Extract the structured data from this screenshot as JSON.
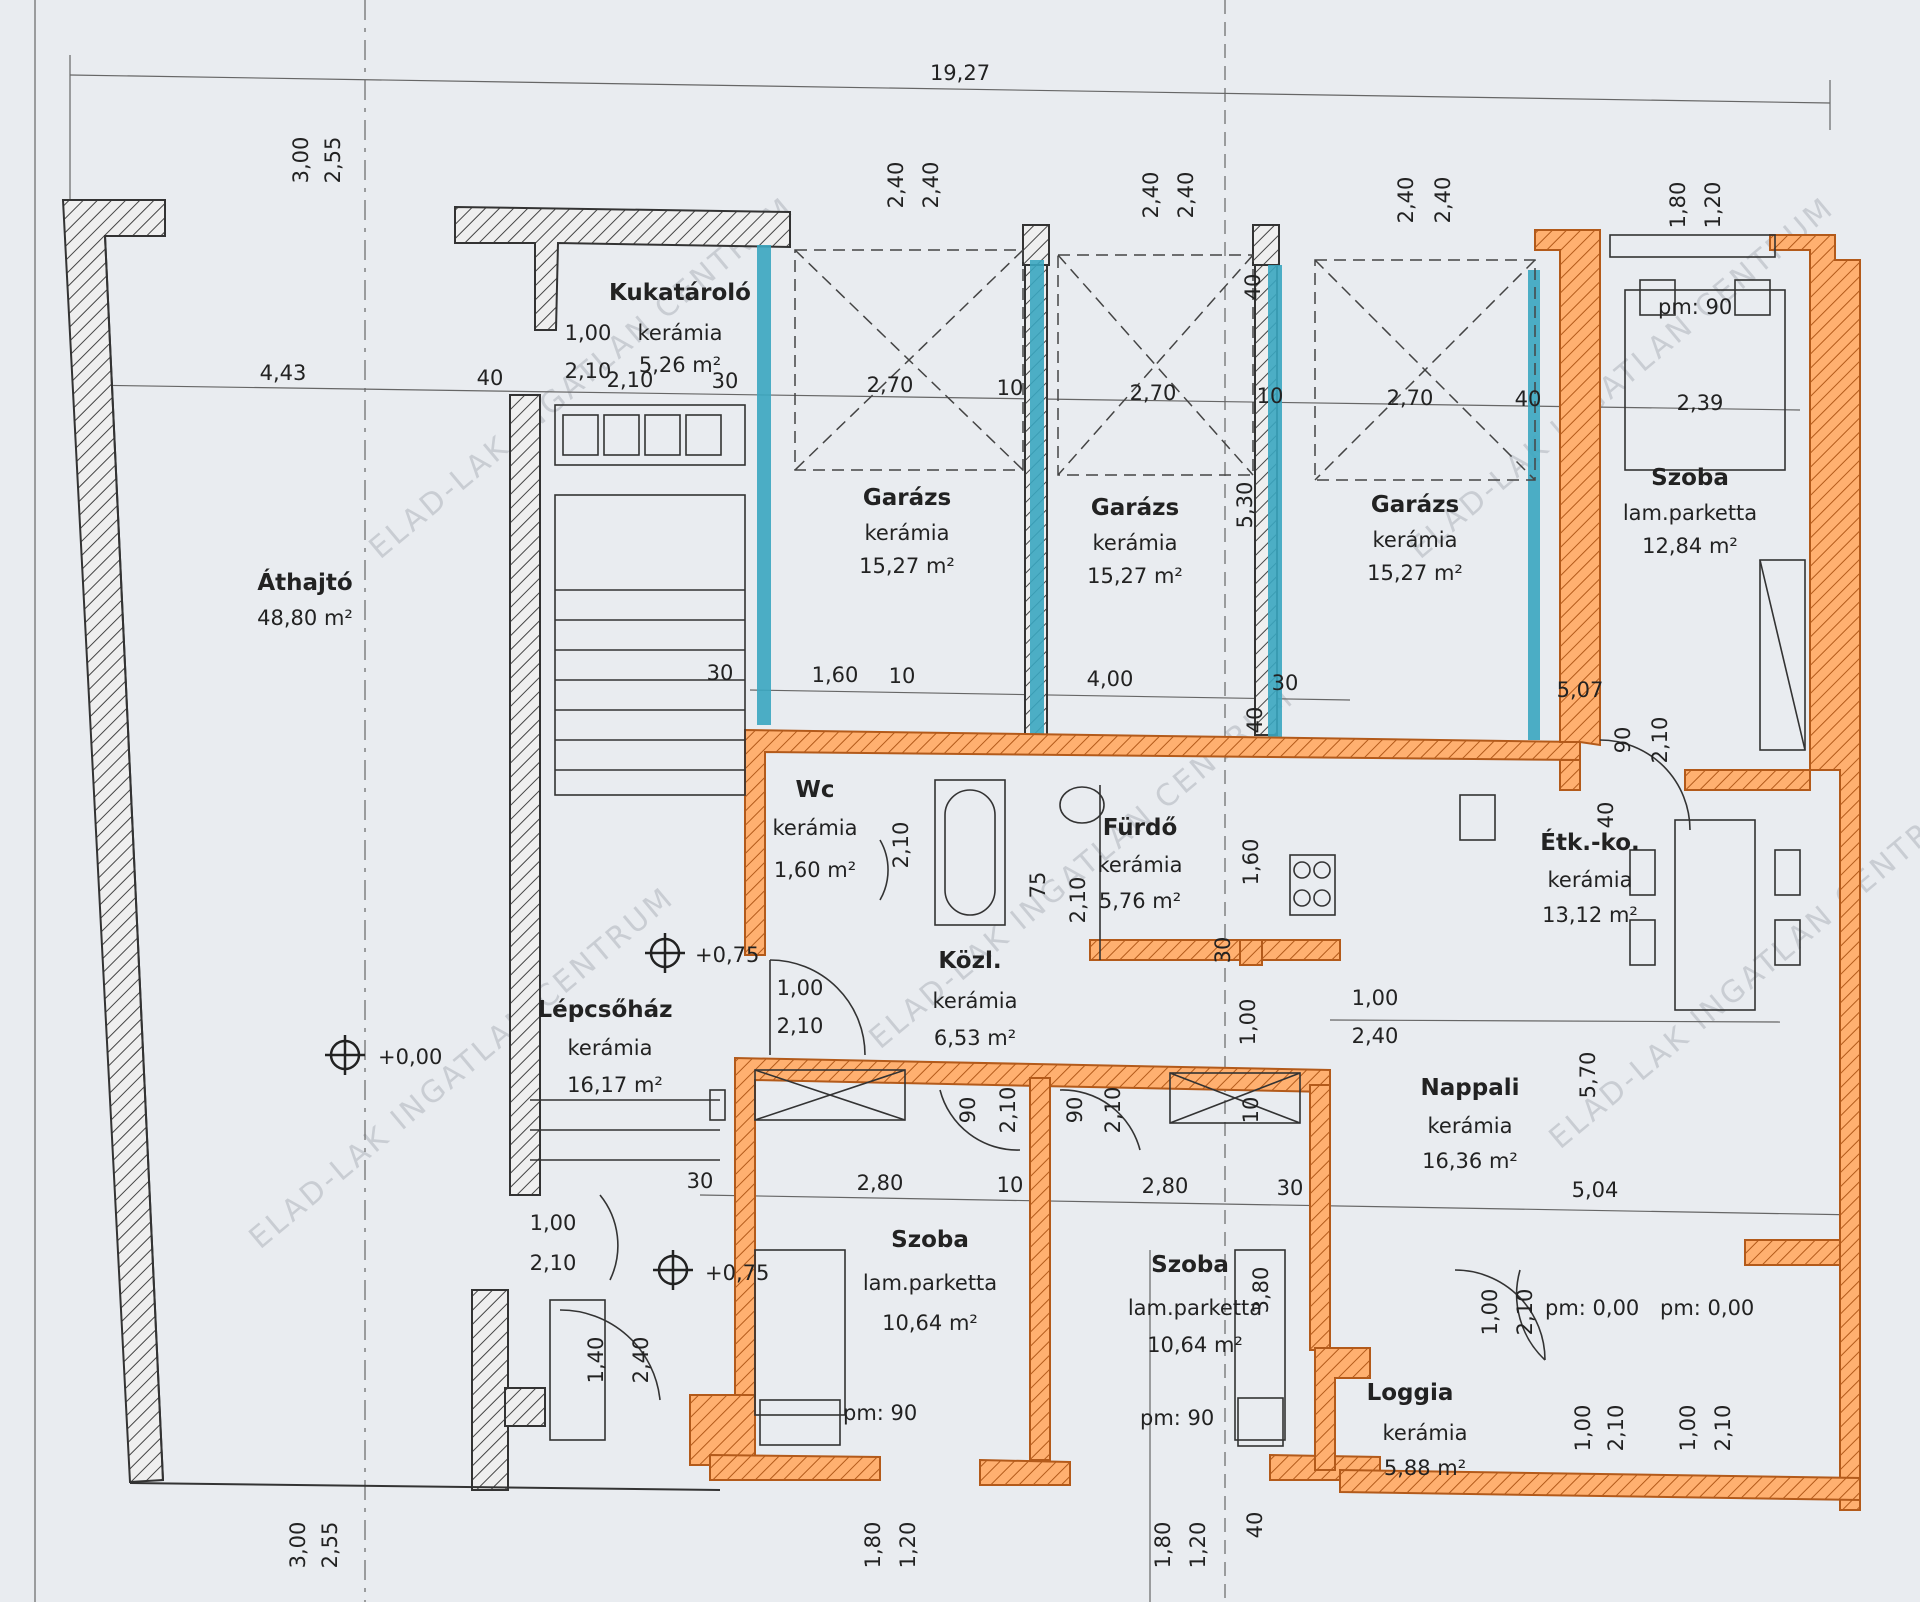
{
  "watermark": "ELAD-LAK INGATLAN CENTRUM",
  "colors": {
    "paper": "#e9ecf0",
    "wall": "#3a3a3a",
    "hatch": "#555555",
    "orange": "#ff9a4a",
    "blue": "#3aa6c0",
    "line": "#333333"
  },
  "rooms": [
    {
      "name": "Áthajtó",
      "area": "48,80 m²"
    },
    {
      "name": "Kukatároló",
      "material": "kerámia",
      "area": "5,26 m²"
    },
    {
      "name": "Garázs",
      "material": "kerámia",
      "area": "15,27 m²"
    },
    {
      "name": "Garázs",
      "material": "kerámia",
      "area": "15,27 m²"
    },
    {
      "name": "Garázs",
      "material": "kerámia",
      "area": "15,27 m²"
    },
    {
      "name": "Szoba",
      "material": "lam.parketta",
      "area": "12,84 m²"
    },
    {
      "name": "Wc",
      "material": "kerámia",
      "area": "1,60 m²"
    },
    {
      "name": "Fürdő",
      "material": "kerámia",
      "area": "5,76 m²"
    },
    {
      "name": "Étk.-ko.",
      "material": "kerámia",
      "area": "13,12 m²"
    },
    {
      "name": "Közl.",
      "material": "kerámia",
      "area": "6,53 m²"
    },
    {
      "name": "Lépcsőház",
      "material": "kerámia",
      "area": "16,17 m²"
    },
    {
      "name": "Nappali",
      "material": "kerámia",
      "area": "16,36 m²"
    },
    {
      "name": "Szoba",
      "material": "lam.parketta",
      "area": "10,64 m²"
    },
    {
      "name": "Szoba",
      "material": "lam.parketta",
      "area": "10,64 m²"
    },
    {
      "name": "Loggia",
      "material": "kerámia",
      "area": "5,88 m²"
    }
  ],
  "levels": [
    "+0,00",
    "+0,75",
    "+0,75"
  ],
  "parapets": [
    "pm: 90",
    "pm: 90",
    "pm: 90",
    "pm: 0,00",
    "pm: 0,00"
  ],
  "dims": {
    "total_width": "19,27",
    "top": [
      "3,00",
      "2,55",
      "2,40",
      "2,40",
      "2,40",
      "2,40",
      "2,40",
      "2,40",
      "1,80",
      "1,20"
    ],
    "row1": [
      "4,43",
      "40",
      "2,10",
      "30",
      "2,70",
      "10",
      "2,70",
      "10",
      "2,70",
      "40",
      "2,39"
    ],
    "row2": [
      "30",
      "1,60",
      "10",
      "4,00",
      "30",
      "5,07"
    ],
    "row3": [
      "30",
      "2,80",
      "10",
      "2,80",
      "30",
      "5,04"
    ],
    "bottom": [
      "3,00",
      "2,55",
      "1,80",
      "1,20",
      "1,80",
      "1,20",
      "40"
    ],
    "doors": [
      "1,00",
      "2,10",
      "1,00",
      "2,10",
      "1,00",
      "2,10",
      "1,00",
      "2,40",
      "1,40",
      "2,40",
      "90",
      "2,10",
      "90",
      "2,10",
      "90",
      "2,10",
      "1,00",
      "2,10",
      "1,00",
      "2,10",
      "1,00",
      "2,10"
    ],
    "misc": [
      "5,30",
      "40",
      "40",
      "1,60",
      "75",
      "2,10",
      "2,10",
      "40",
      "30",
      "1,00",
      "5,70",
      "3,80",
      "10"
    ]
  }
}
